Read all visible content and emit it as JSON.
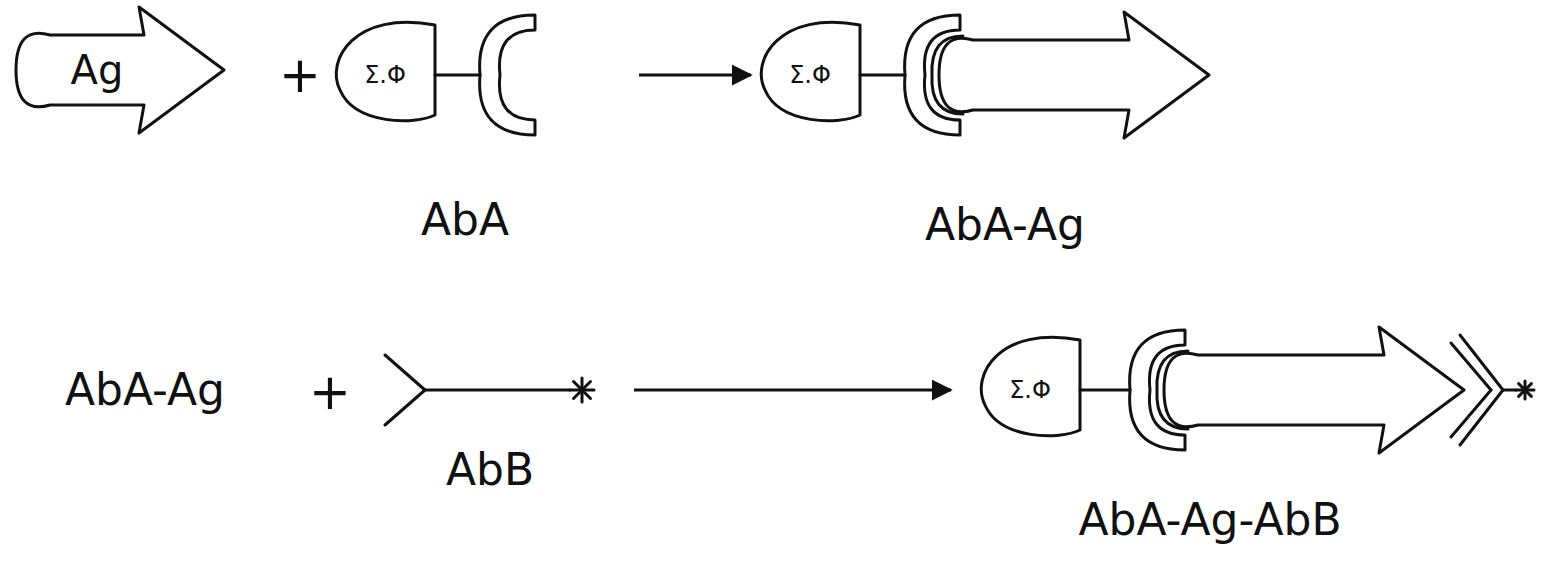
{
  "diagram": {
    "nodes": [
      {
        "text": [
          "Ag"
        ]
      },
      {
        "text": [
          "Σ.Φ",
          "AbA"
        ]
      },
      {
        "text": [
          "Σ.Φ",
          "AbA-Ag"
        ]
      },
      {
        "text": [
          "AbB"
        ]
      },
      {
        "text": [
          "Σ.Φ",
          "AbA-Ag-AbB"
        ]
      }
    ],
    "edges": [
      {
        "from": 1,
        "to": 2,
        "arrow": "to"
      },
      {
        "from": 3,
        "to": 4,
        "arrow": "to"
      }
    ],
    "labels": [
      "+",
      "AbA-Ag",
      "+"
    ]
  }
}
